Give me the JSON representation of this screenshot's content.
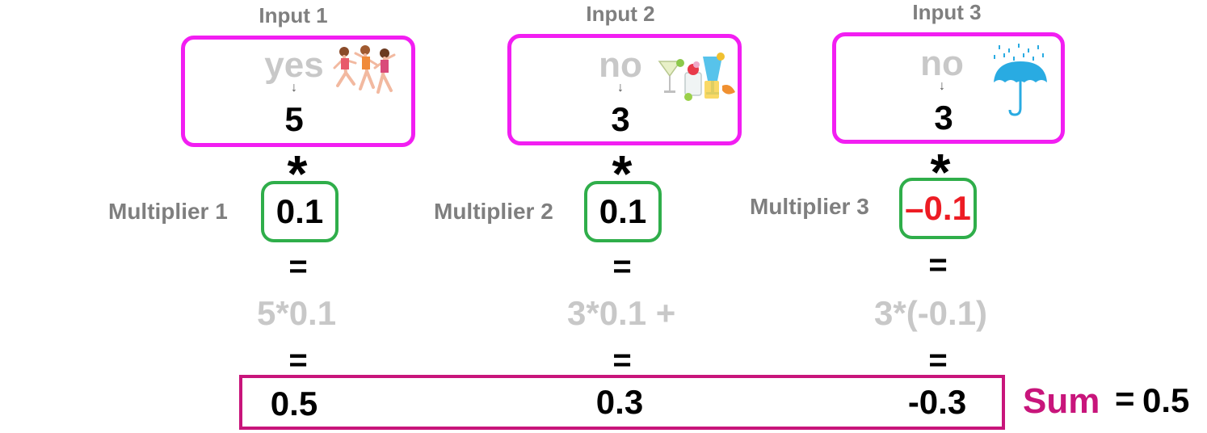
{
  "columns": [
    {
      "input_title": "Input 1",
      "answer": "yes",
      "icon": "dancing-people-icon",
      "value": "5",
      "operator": "*",
      "multiplier_label": "Multiplier 1",
      "multiplier": "0.1",
      "equals": "=",
      "expression": "5*0.1",
      "result": "0.5"
    },
    {
      "input_title": "Input 2",
      "answer": "no",
      "icon": "cocktails-icon",
      "value": "3",
      "operator": "*",
      "multiplier_label": "Multiplier 2",
      "multiplier": "0.1",
      "equals": "=",
      "expression": "3*0.1 +",
      "result": "0.3"
    },
    {
      "input_title": "Input 3",
      "answer": "no",
      "icon": "umbrella-rain-icon",
      "value": "3",
      "operator": "*",
      "multiplier_label": "Multiplier 3",
      "multiplier": "–0.1",
      "equals": "=",
      "expression": "3*(-0.1)",
      "result": "-0.3"
    }
  ],
  "arrow_glyph": "↓",
  "sum": {
    "label": "Sum",
    "equals": "=",
    "value": "0.5"
  },
  "colors": {
    "input_border": "#f21ef2",
    "multiplier_border": "#2fae4a",
    "negative_multiplier": "#ed1c24",
    "sum_border": "#c8157b",
    "muted_text": "#c8c8c8",
    "label_text": "#7f7f7f"
  }
}
